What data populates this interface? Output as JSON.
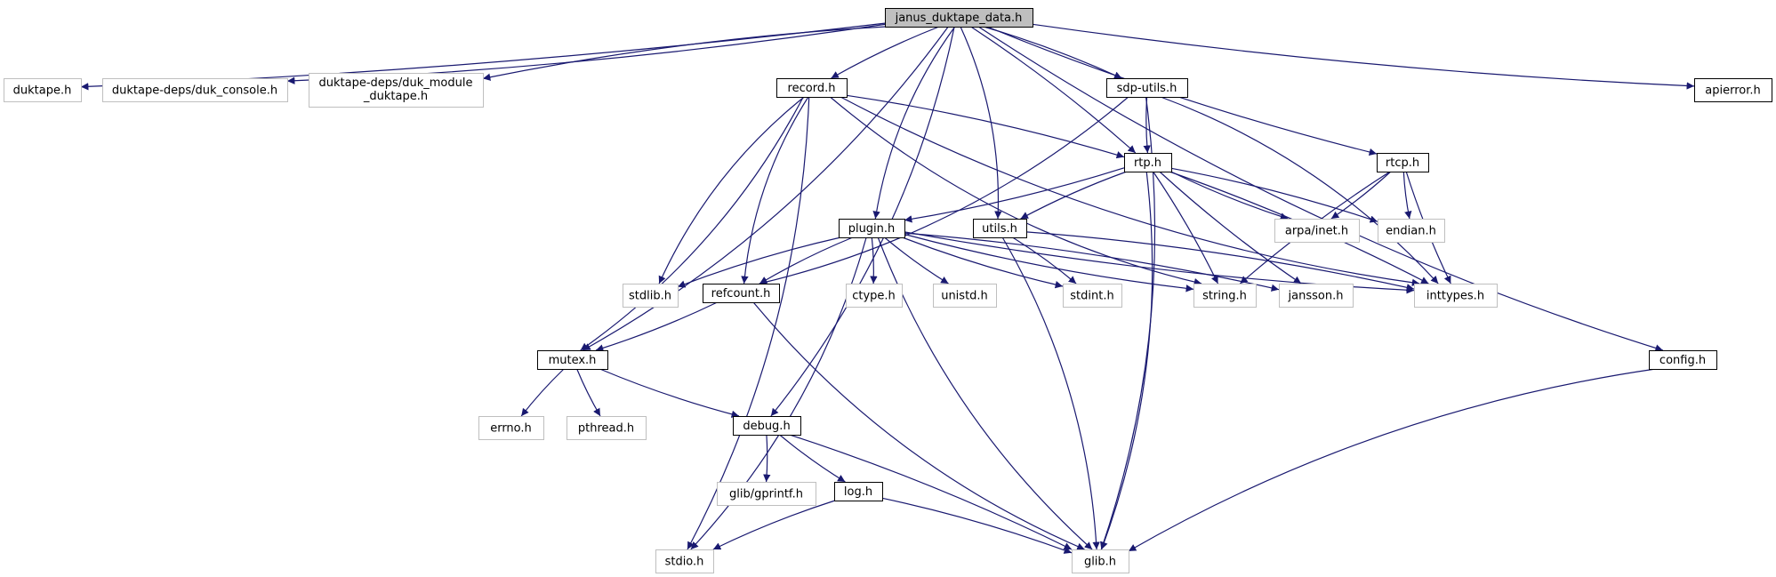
{
  "colors": {
    "root_fill": "#bfbfbf",
    "documented_stroke": "#000000",
    "external_stroke": "#bfbfbf",
    "edge": "#191970",
    "background": "#ffffff"
  },
  "nodes": [
    {
      "id": "root",
      "label": "janus_duktape_data.h",
      "kind": "root"
    },
    {
      "id": "duktape",
      "label": "duktape.h",
      "kind": "external"
    },
    {
      "id": "duk_console",
      "label": "duktape-deps/duk_console.h",
      "kind": "external"
    },
    {
      "id": "duk_module",
      "label": "duktape-deps/duk_module",
      "label2": "_duktape.h",
      "kind": "external"
    },
    {
      "id": "record",
      "label": "record.h",
      "kind": "documented"
    },
    {
      "id": "sdp_utils",
      "label": "sdp-utils.h",
      "kind": "documented"
    },
    {
      "id": "apierror",
      "label": "apierror.h",
      "kind": "documented"
    },
    {
      "id": "rtp",
      "label": "rtp.h",
      "kind": "documented"
    },
    {
      "id": "rtcp",
      "label": "rtcp.h",
      "kind": "documented"
    },
    {
      "id": "plugin",
      "label": "plugin.h",
      "kind": "documented"
    },
    {
      "id": "utils",
      "label": "utils.h",
      "kind": "documented"
    },
    {
      "id": "arpa_inet",
      "label": "arpa/inet.h",
      "kind": "external"
    },
    {
      "id": "endian",
      "label": "endian.h",
      "kind": "external"
    },
    {
      "id": "stdlib",
      "label": "stdlib.h",
      "kind": "external"
    },
    {
      "id": "refcount",
      "label": "refcount.h",
      "kind": "documented"
    },
    {
      "id": "ctype",
      "label": "ctype.h",
      "kind": "external"
    },
    {
      "id": "unistd",
      "label": "unistd.h",
      "kind": "external"
    },
    {
      "id": "stdint",
      "label": "stdint.h",
      "kind": "external"
    },
    {
      "id": "string",
      "label": "string.h",
      "kind": "external"
    },
    {
      "id": "jansson",
      "label": "jansson.h",
      "kind": "external"
    },
    {
      "id": "inttypes",
      "label": "inttypes.h",
      "kind": "external"
    },
    {
      "id": "config",
      "label": "config.h",
      "kind": "documented"
    },
    {
      "id": "mutex",
      "label": "mutex.h",
      "kind": "documented"
    },
    {
      "id": "errno",
      "label": "errno.h",
      "kind": "external"
    },
    {
      "id": "pthread",
      "label": "pthread.h",
      "kind": "external"
    },
    {
      "id": "debug",
      "label": "debug.h",
      "kind": "documented"
    },
    {
      "id": "glib_gprintf",
      "label": "glib/gprintf.h",
      "kind": "external"
    },
    {
      "id": "log",
      "label": "log.h",
      "kind": "documented"
    },
    {
      "id": "stdio",
      "label": "stdio.h",
      "kind": "external"
    },
    {
      "id": "glib",
      "label": "glib.h",
      "kind": "external"
    }
  ],
  "edges": [
    [
      "root",
      "duktape"
    ],
    [
      "root",
      "duk_console"
    ],
    [
      "root",
      "duk_module"
    ],
    [
      "root",
      "record"
    ],
    [
      "root",
      "sdp_utils"
    ],
    [
      "root",
      "apierror"
    ],
    [
      "root",
      "rtp"
    ],
    [
      "root",
      "rtcp"
    ],
    [
      "root",
      "plugin"
    ],
    [
      "root",
      "utils"
    ],
    [
      "root",
      "mutex"
    ],
    [
      "root",
      "debug"
    ],
    [
      "root",
      "config"
    ],
    [
      "record",
      "rtp"
    ],
    [
      "record",
      "stdlib"
    ],
    [
      "record",
      "refcount"
    ],
    [
      "record",
      "mutex"
    ],
    [
      "record",
      "stdio"
    ],
    [
      "record",
      "string"
    ],
    [
      "record",
      "inttypes"
    ],
    [
      "sdp_utils",
      "rtp"
    ],
    [
      "sdp_utils",
      "refcount"
    ],
    [
      "sdp_utils",
      "inttypes"
    ],
    [
      "sdp_utils",
      "glib"
    ],
    [
      "rtp",
      "plugin"
    ],
    [
      "rtp",
      "utils"
    ],
    [
      "rtp",
      "arpa_inet"
    ],
    [
      "rtp",
      "endian"
    ],
    [
      "rtp",
      "string"
    ],
    [
      "rtp",
      "jansson"
    ],
    [
      "rtp",
      "inttypes"
    ],
    [
      "rtp",
      "glib"
    ],
    [
      "rtcp",
      "arpa_inet"
    ],
    [
      "rtcp",
      "endian"
    ],
    [
      "rtcp",
      "inttypes"
    ],
    [
      "rtcp",
      "string"
    ],
    [
      "plugin",
      "stdlib"
    ],
    [
      "plugin",
      "refcount"
    ],
    [
      "plugin",
      "ctype"
    ],
    [
      "plugin",
      "unistd"
    ],
    [
      "plugin",
      "stdint"
    ],
    [
      "plugin",
      "string"
    ],
    [
      "plugin",
      "jansson"
    ],
    [
      "plugin",
      "inttypes"
    ],
    [
      "plugin",
      "stdio"
    ],
    [
      "plugin",
      "glib"
    ],
    [
      "utils",
      "stdint"
    ],
    [
      "utils",
      "glib"
    ],
    [
      "utils",
      "inttypes"
    ],
    [
      "refcount",
      "mutex"
    ],
    [
      "refcount",
      "glib"
    ],
    [
      "mutex",
      "errno"
    ],
    [
      "mutex",
      "pthread"
    ],
    [
      "mutex",
      "debug"
    ],
    [
      "debug",
      "glib_gprintf"
    ],
    [
      "debug",
      "log"
    ],
    [
      "debug",
      "glib"
    ],
    [
      "log",
      "stdio"
    ],
    [
      "log",
      "glib"
    ],
    [
      "config",
      "glib"
    ]
  ]
}
